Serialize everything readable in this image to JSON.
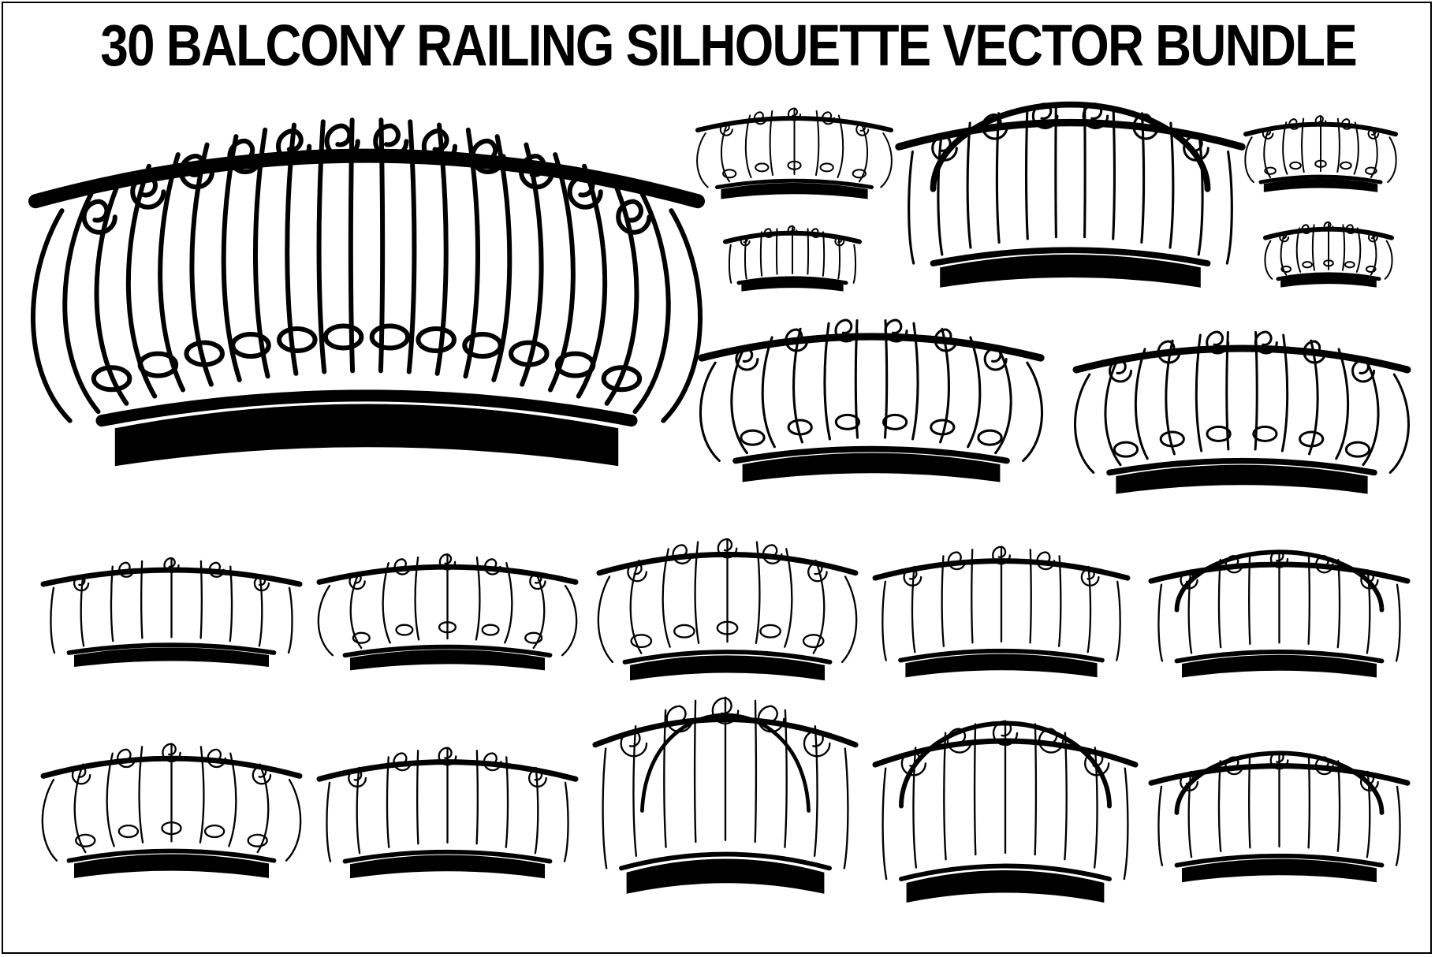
{
  "title": "30 BALCONY RAILING SILHOUETTE VECTOR BUNDLE",
  "colors": {
    "ink": "#000000",
    "background": "#ffffff"
  },
  "railings": [
    {
      "id": "large-bulb",
      "kind": "bulb"
    },
    {
      "id": "small-ornate-1",
      "kind": "bulb"
    },
    {
      "id": "arch-planter",
      "kind": "arch-box"
    },
    {
      "id": "small-ornate-2",
      "kind": "bulb"
    },
    {
      "id": "small-ornate-3",
      "kind": "flat"
    },
    {
      "id": "small-ornate-4",
      "kind": "bulb"
    },
    {
      "id": "medium-ornate-1",
      "kind": "bulb"
    },
    {
      "id": "medium-ornate-2",
      "kind": "bulb"
    },
    {
      "id": "row3-1",
      "kind": "flat"
    },
    {
      "id": "row3-2",
      "kind": "bulb"
    },
    {
      "id": "row3-3",
      "kind": "bulb"
    },
    {
      "id": "row3-4",
      "kind": "flat"
    },
    {
      "id": "row3-5",
      "kind": "arch"
    },
    {
      "id": "row4-1",
      "kind": "bulb"
    },
    {
      "id": "row4-2",
      "kind": "flat"
    },
    {
      "id": "row4-3",
      "kind": "hoop"
    },
    {
      "id": "row4-4",
      "kind": "arch"
    },
    {
      "id": "row4-5",
      "kind": "arch"
    }
  ]
}
